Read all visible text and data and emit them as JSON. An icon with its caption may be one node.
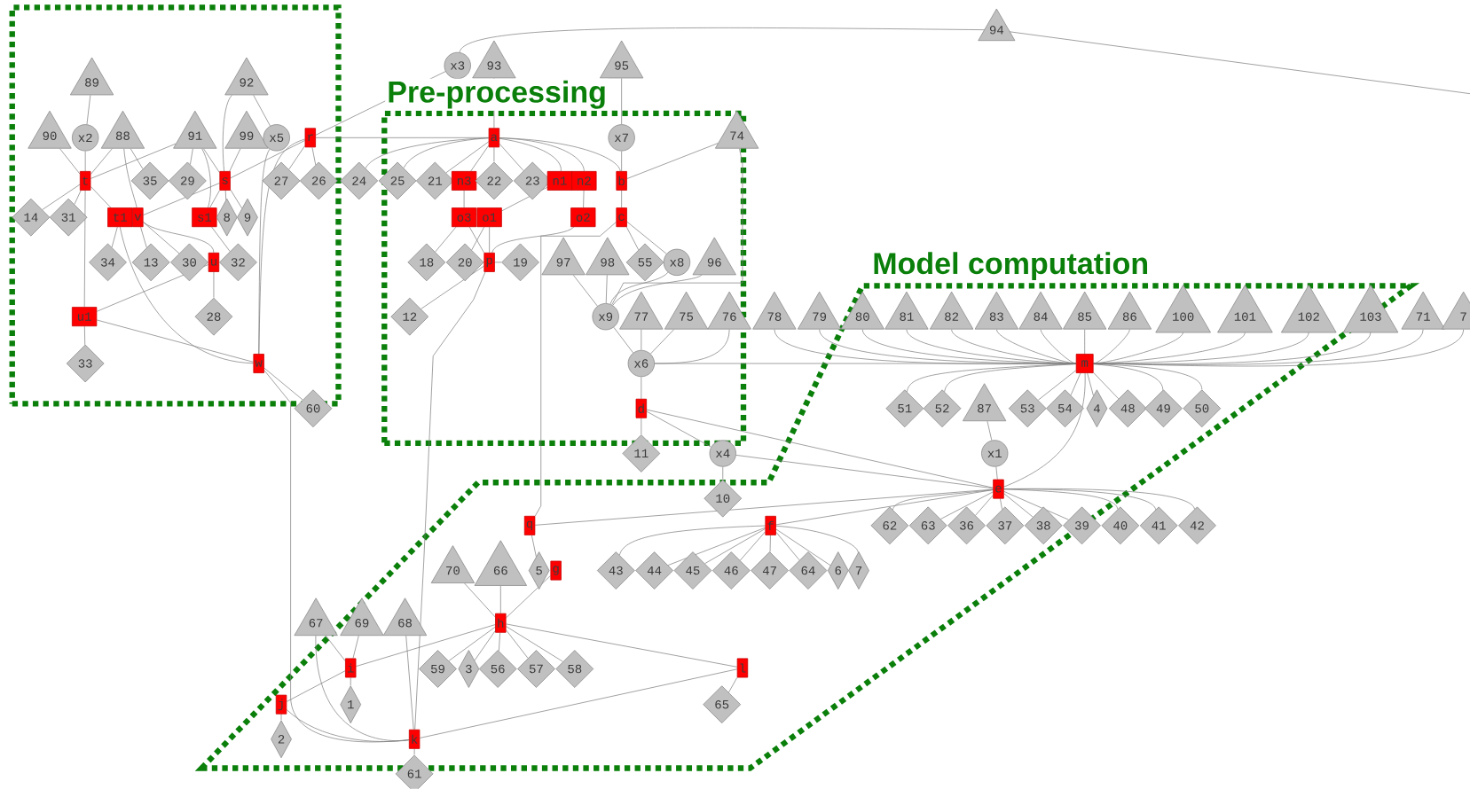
{
  "diagram": {
    "nodes": [
      {
        "text": [],
        "shape": "box"
      },
      {
        "text": [
          "Pre-processing"
        ]
      },
      {
        "text": [
          "Model computation"
        ]
      },
      {
        "text": [
          "89"
        ],
        "in": 0
      },
      {
        "text": [
          "92"
        ],
        "in": 0
      },
      {
        "text": [
          "94"
        ]
      },
      {
        "text": [
          "x3"
        ]
      },
      {
        "text": [
          "93"
        ]
      },
      {
        "text": [
          "95"
        ]
      },
      {
        "text": [
          "90"
        ],
        "in": 0
      },
      {
        "text": [
          "x2"
        ],
        "in": 0
      },
      {
        "text": [
          "88"
        ],
        "in": 0
      },
      {
        "text": [
          "91"
        ],
        "in": 0
      },
      {
        "text": [
          "99"
        ],
        "in": 0
      },
      {
        "text": [
          "x5"
        ],
        "in": 0
      },
      {
        "text": [
          "r"
        ],
        "in": 0
      },
      {
        "text": [
          "a"
        ],
        "in": 1
      },
      {
        "text": [
          "x7"
        ],
        "in": 1
      },
      {
        "text": [
          "74"
        ]
      },
      {
        "text": [
          "t"
        ],
        "in": 0
      },
      {
        "text": [
          "35"
        ],
        "in": 0
      },
      {
        "text": [
          "29"
        ],
        "in": 0
      },
      {
        "text": [
          "s"
        ],
        "in": 0
      },
      {
        "text": [
          "27"
        ],
        "in": 0
      },
      {
        "text": [
          "26"
        ],
        "in": 0
      },
      {
        "text": [
          "24"
        ]
      },
      {
        "text": [
          "25"
        ],
        "in": 1
      },
      {
        "text": [
          "21"
        ],
        "in": 1
      },
      {
        "text": [
          "n3"
        ],
        "in": 1
      },
      {
        "text": [
          "22"
        ],
        "in": 1
      },
      {
        "text": [
          "23"
        ],
        "in": 1
      },
      {
        "text": [
          "n1"
        ],
        "in": 1
      },
      {
        "text": [
          "n2"
        ],
        "in": 1
      },
      {
        "text": [
          "b"
        ],
        "in": 1
      },
      {
        "text": [
          "14"
        ],
        "in": 0
      },
      {
        "text": [
          "31"
        ],
        "in": 0
      },
      {
        "text": [
          "t1"
        ],
        "in": 0
      },
      {
        "text": [
          "v"
        ],
        "in": 0
      },
      {
        "text": [
          "s1"
        ],
        "in": 0
      },
      {
        "text": [
          "8"
        ],
        "in": 0
      },
      {
        "text": [
          "9"
        ],
        "in": 0
      },
      {
        "text": [
          "o3"
        ],
        "in": 1
      },
      {
        "text": [
          "o1"
        ],
        "in": 1
      },
      {
        "text": [
          "o2"
        ],
        "in": 1
      },
      {
        "text": [
          "c"
        ],
        "in": 1
      },
      {
        "text": [
          "34"
        ],
        "in": 0
      },
      {
        "text": [
          "13"
        ],
        "in": 0
      },
      {
        "text": [
          "30"
        ],
        "in": 0
      },
      {
        "text": [
          "u"
        ],
        "in": 0
      },
      {
        "text": [
          "32"
        ],
        "in": 0
      },
      {
        "text": [
          "18"
        ],
        "in": 1
      },
      {
        "text": [
          "20"
        ],
        "in": 1
      },
      {
        "text": [
          "p"
        ],
        "in": 1
      },
      {
        "text": [
          "19"
        ],
        "in": 1
      },
      {
        "text": [
          "97"
        ],
        "in": 1
      },
      {
        "text": [
          "98"
        ],
        "in": 1
      },
      {
        "text": [
          "55"
        ],
        "in": 1
      },
      {
        "text": [
          "x8"
        ],
        "in": 1
      },
      {
        "text": [
          "96"
        ],
        "in": 1
      },
      {
        "text": [
          "u1"
        ],
        "in": 0
      },
      {
        "text": [
          "28"
        ],
        "in": 0
      },
      {
        "text": [
          "12"
        ],
        "in": 1
      },
      {
        "text": [
          "x9"
        ],
        "in": 1
      },
      {
        "text": [
          "77"
        ],
        "in": 1
      },
      {
        "text": [
          "75"
        ],
        "in": 1
      },
      {
        "text": [
          "76"
        ]
      },
      {
        "text": [
          "78"
        ]
      },
      {
        "text": [
          "79"
        ]
      },
      {
        "text": [
          "80"
        ],
        "in": 2
      },
      {
        "text": [
          "81"
        ],
        "in": 2
      },
      {
        "text": [
          "82"
        ],
        "in": 2
      },
      {
        "text": [
          "83"
        ],
        "in": 2
      },
      {
        "text": [
          "84"
        ],
        "in": 2
      },
      {
        "text": [
          "85"
        ],
        "in": 2
      },
      {
        "text": [
          "86"
        ],
        "in": 2
      },
      {
        "text": [
          "100"
        ],
        "in": 2
      },
      {
        "text": [
          "101"
        ],
        "in": 2
      },
      {
        "text": [
          "102"
        ],
        "in": 2
      },
      {
        "text": [
          "103"
        ],
        "in": 2
      },
      {
        "text": [
          "71"
        ]
      },
      {
        "text": [
          "7"
        ]
      },
      {
        "text": [
          "33"
        ],
        "in": 0
      },
      {
        "text": [
          "w"
        ],
        "in": 0
      },
      {
        "text": [
          "x6"
        ],
        "in": 1
      },
      {
        "text": [
          "m"
        ],
        "in": 2
      },
      {
        "text": [
          "60"
        ]
      },
      {
        "text": [
          "d"
        ],
        "in": 1
      },
      {
        "text": [
          "51"
        ],
        "in": 2
      },
      {
        "text": [
          "52"
        ],
        "in": 2
      },
      {
        "text": [
          "87"
        ],
        "in": 2
      },
      {
        "text": [
          "53"
        ],
        "in": 2
      },
      {
        "text": [
          "54"
        ],
        "in": 2
      },
      {
        "text": [
          "4"
        ],
        "in": 2
      },
      {
        "text": [
          "48"
        ],
        "in": 2
      },
      {
        "text": [
          "49"
        ],
        "in": 2
      },
      {
        "text": [
          "50"
        ],
        "in": 2
      },
      {
        "text": [
          "11"
        ]
      },
      {
        "text": [
          "x4"
        ]
      },
      {
        "text": [
          "x1"
        ],
        "in": 2
      },
      {
        "text": [
          "10"
        ],
        "in": 2
      },
      {
        "text": [
          "e"
        ],
        "in": 2
      },
      {
        "text": [
          "q"
        ],
        "in": 2
      },
      {
        "text": [
          "f"
        ],
        "in": 2
      },
      {
        "text": [
          "62"
        ],
        "in": 2
      },
      {
        "text": [
          "63"
        ],
        "in": 2
      },
      {
        "text": [
          "36"
        ],
        "in": 2
      },
      {
        "text": [
          "37"
        ],
        "in": 2
      },
      {
        "text": [
          "38"
        ],
        "in": 2
      },
      {
        "text": [
          "39"
        ],
        "in": 2
      },
      {
        "text": [
          "40"
        ]
      },
      {
        "text": [
          "41"
        ]
      },
      {
        "text": [
          "42"
        ]
      },
      {
        "text": [
          "70"
        ],
        "in": 2
      },
      {
        "text": [
          "66"
        ],
        "in": 2
      },
      {
        "text": [
          "5"
        ],
        "in": 2
      },
      {
        "text": [
          "g"
        ],
        "in": 2
      },
      {
        "text": [
          "43"
        ],
        "in": 2
      },
      {
        "text": [
          "44"
        ],
        "in": 2
      },
      {
        "text": [
          "45"
        ],
        "in": 2
      },
      {
        "text": [
          "46"
        ],
        "in": 2
      },
      {
        "text": [
          "47"
        ],
        "in": 2
      },
      {
        "text": [
          "64"
        ],
        "in": 2
      },
      {
        "text": [
          "6"
        ],
        "in": 2
      },
      {
        "text": [
          "7"
        ],
        "in": 2
      },
      {
        "text": [
          "67"
        ]
      },
      {
        "text": [
          "69"
        ],
        "in": 2
      },
      {
        "text": [
          "68"
        ],
        "in": 2
      },
      {
        "text": [
          "h"
        ],
        "in": 2
      },
      {
        "text": [
          "i"
        ],
        "in": 2
      },
      {
        "text": [
          "59"
        ],
        "in": 2
      },
      {
        "text": [
          "3"
        ],
        "in": 2
      },
      {
        "text": [
          "56"
        ],
        "in": 2
      },
      {
        "text": [
          "57"
        ],
        "in": 2
      },
      {
        "text": [
          "58"
        ],
        "in": 2
      },
      {
        "text": [
          "l"
        ],
        "in": 2
      },
      {
        "text": [
          "j"
        ],
        "in": 2
      },
      {
        "text": [
          "1"
        ],
        "in": 2
      },
      {
        "text": [
          "65"
        ],
        "in": 2
      },
      {
        "text": [
          "2"
        ],
        "in": 2
      },
      {
        "text": [
          "k"
        ],
        "in": 2
      },
      {
        "text": [
          "61"
        ]
      }
    ],
    "edges": [
      {
        "from": 3,
        "to": 10,
        "arrow": "none"
      },
      {
        "from": 10,
        "to": 19,
        "arrow": "none"
      },
      {
        "from": 9,
        "to": 19,
        "arrow": "none"
      },
      {
        "from": 11,
        "to": 19,
        "arrow": "none"
      },
      {
        "from": 12,
        "to": 19,
        "arrow": "none"
      },
      {
        "from": 19,
        "to": 34,
        "arrow": "none"
      },
      {
        "from": 19,
        "to": 35,
        "arrow": "none"
      },
      {
        "from": 19,
        "to": 36,
        "arrow": "none"
      },
      {
        "from": 19,
        "to": 59,
        "arrow": "none"
      },
      {
        "from": 11,
        "to": 20,
        "arrow": "none"
      },
      {
        "from": 11,
        "to": 37,
        "arrow": "none"
      },
      {
        "from": 12,
        "to": 21,
        "arrow": "none"
      },
      {
        "from": 12,
        "to": 38,
        "arrow": "none"
      },
      {
        "from": 12,
        "to": 22,
        "arrow": "none"
      },
      {
        "from": 13,
        "to": 22,
        "arrow": "none"
      },
      {
        "from": 4,
        "to": 22,
        "arrow": "none"
      },
      {
        "from": 4,
        "to": 14,
        "arrow": "none"
      },
      {
        "from": 14,
        "to": 82,
        "arrow": "none"
      },
      {
        "from": 22,
        "to": 37,
        "arrow": "none"
      },
      {
        "from": 22,
        "to": 38,
        "arrow": "none"
      },
      {
        "from": 22,
        "to": 39,
        "arrow": "none"
      },
      {
        "from": 22,
        "to": 40,
        "arrow": "none"
      },
      {
        "from": 22,
        "to": 15,
        "arrow": "none"
      },
      {
        "from": 15,
        "to": 23,
        "arrow": "none"
      },
      {
        "from": 15,
        "to": 24,
        "arrow": "none"
      },
      {
        "from": 15,
        "to": 82,
        "arrow": "none"
      },
      {
        "from": 37,
        "to": 48,
        "arrow": "none"
      },
      {
        "from": 37,
        "to": 47,
        "arrow": "none"
      },
      {
        "from": 37,
        "to": 46,
        "arrow": "none"
      },
      {
        "from": 36,
        "to": 45,
        "arrow": "none"
      },
      {
        "from": 36,
        "to": 82,
        "arrow": "none"
      },
      {
        "from": 48,
        "to": 60,
        "arrow": "none"
      },
      {
        "from": 48,
        "to": 59,
        "arrow": "none"
      },
      {
        "from": 59,
        "to": 81,
        "arrow": "none"
      },
      {
        "from": 59,
        "to": 82,
        "arrow": "none"
      },
      {
        "from": 38,
        "to": 49,
        "arrow": "none"
      },
      {
        "from": 82,
        "to": 85,
        "arrow": "none"
      },
      {
        "from": 82,
        "to": 139,
        "arrow": "none"
      },
      {
        "from": 15,
        "to": 16,
        "arrow": "none"
      },
      {
        "from": 25,
        "to": 16,
        "arrow": "none"
      },
      {
        "from": 26,
        "to": 16,
        "arrow": "none"
      },
      {
        "from": 27,
        "to": 16,
        "arrow": "none"
      },
      {
        "from": 28,
        "to": 16,
        "arrow": "none"
      },
      {
        "from": 29,
        "to": 16,
        "arrow": "none"
      },
      {
        "from": 30,
        "to": 16,
        "arrow": "none"
      },
      {
        "from": 31,
        "to": 16,
        "arrow": "none"
      },
      {
        "from": 32,
        "to": 16,
        "arrow": "none"
      },
      {
        "from": 33,
        "to": 16,
        "arrow": "none"
      },
      {
        "from": 7,
        "to": 16,
        "arrow": "none"
      },
      {
        "from": 6,
        "to": 15,
        "arrow": "none"
      },
      {
        "from": 5,
        "to": 6,
        "arrow": "none"
      },
      {
        "from": 5,
        "to": null,
        "arrow": "none"
      },
      {
        "from": 8,
        "to": 17,
        "arrow": "none"
      },
      {
        "from": 17,
        "to": 33,
        "arrow": "none"
      },
      {
        "from": 33,
        "to": 18,
        "arrow": "none"
      },
      {
        "from": 33,
        "to": 44,
        "arrow": "none"
      },
      {
        "from": 28,
        "to": 41,
        "arrow": "none"
      },
      {
        "from": 31,
        "to": 42,
        "arrow": "none"
      },
      {
        "from": 32,
        "to": 43,
        "arrow": "none"
      },
      {
        "from": 41,
        "to": 50,
        "arrow": "none"
      },
      {
        "from": 41,
        "to": 52,
        "arrow": "none"
      },
      {
        "from": 42,
        "to": 51,
        "arrow": "none"
      },
      {
        "from": 42,
        "to": 52,
        "arrow": "none"
      },
      {
        "from": 52,
        "to": 53,
        "arrow": "none"
      },
      {
        "from": 52,
        "to": 61,
        "arrow": "none"
      },
      {
        "from": 43,
        "to": 52,
        "arrow": "none"
      },
      {
        "from": 44,
        "to": 56,
        "arrow": "none"
      },
      {
        "from": 44,
        "to": 57,
        "arrow": "none"
      },
      {
        "from": 44,
        "to": 101,
        "arrow": "none"
      },
      {
        "from": 54,
        "to": 62,
        "arrow": "none"
      },
      {
        "from": 55,
        "to": 62,
        "arrow": "none"
      },
      {
        "from": 57,
        "to": 62,
        "arrow": "none"
      },
      {
        "from": 58,
        "to": 62,
        "arrow": "none"
      },
      {
        "from": 18,
        "to": 62,
        "arrow": "none"
      },
      {
        "from": 62,
        "to": 83,
        "arrow": "none"
      },
      {
        "from": 63,
        "to": 83,
        "arrow": "none"
      },
      {
        "from": 64,
        "to": 83,
        "arrow": "none"
      },
      {
        "from": 65,
        "to": 83,
        "arrow": "none"
      },
      {
        "from": 83,
        "to": 86,
        "arrow": "none"
      },
      {
        "from": 86,
        "to": 96,
        "arrow": "none"
      },
      {
        "from": 86,
        "to": 97,
        "arrow": "none"
      },
      {
        "from": 86,
        "to": 100,
        "arrow": "none"
      },
      {
        "from": 97,
        "to": 99,
        "arrow": "none"
      },
      {
        "from": 97,
        "to": 100,
        "arrow": "none"
      },
      {
        "from": 83,
        "to": 84,
        "arrow": "none"
      },
      {
        "from": 66,
        "to": 84,
        "arrow": "none"
      },
      {
        "from": 67,
        "to": 84,
        "arrow": "none"
      },
      {
        "from": 68,
        "to": 84,
        "arrow": "none"
      },
      {
        "from": 69,
        "to": 84,
        "arrow": "none"
      },
      {
        "from": 70,
        "to": 84,
        "arrow": "none"
      },
      {
        "from": 71,
        "to": 84,
        "arrow": "none"
      },
      {
        "from": 72,
        "to": 84,
        "arrow": "none"
      },
      {
        "from": 73,
        "to": 84,
        "arrow": "none"
      },
      {
        "from": 74,
        "to": 84,
        "arrow": "none"
      },
      {
        "from": 75,
        "to": 84,
        "arrow": "none"
      },
      {
        "from": 76,
        "to": 84,
        "arrow": "none"
      },
      {
        "from": 77,
        "to": 84,
        "arrow": "none"
      },
      {
        "from": 78,
        "to": 84,
        "arrow": "none"
      },
      {
        "from": 79,
        "to": 84,
        "arrow": "none"
      },
      {
        "from": 80,
        "to": 84,
        "arrow": "none"
      },
      {
        "from": 84,
        "to": 87,
        "arrow": "none"
      },
      {
        "from": 84,
        "to": 88,
        "arrow": "none"
      },
      {
        "from": 84,
        "to": 90,
        "arrow": "none"
      },
      {
        "from": 84,
        "to": 91,
        "arrow": "none"
      },
      {
        "from": 84,
        "to": 92,
        "arrow": "none"
      },
      {
        "from": 84,
        "to": 93,
        "arrow": "none"
      },
      {
        "from": 84,
        "to": 94,
        "arrow": "none"
      },
      {
        "from": 84,
        "to": 95,
        "arrow": "none"
      },
      {
        "from": 89,
        "to": 98,
        "arrow": "none"
      },
      {
        "from": 98,
        "to": 100,
        "arrow": "none"
      },
      {
        "from": 84,
        "to": 100,
        "arrow": "none"
      },
      {
        "from": 100,
        "to": 103,
        "arrow": "none"
      },
      {
        "from": 100,
        "to": 104,
        "arrow": "none"
      },
      {
        "from": 100,
        "to": 105,
        "arrow": "none"
      },
      {
        "from": 100,
        "to": 106,
        "arrow": "none"
      },
      {
        "from": 100,
        "to": 107,
        "arrow": "none"
      },
      {
        "from": 100,
        "to": 108,
        "arrow": "none"
      },
      {
        "from": 100,
        "to": 109,
        "arrow": "none"
      },
      {
        "from": 100,
        "to": 110,
        "arrow": "none"
      },
      {
        "from": 100,
        "to": 111,
        "arrow": "none"
      },
      {
        "from": 101,
        "to": 100,
        "arrow": "none"
      },
      {
        "from": 101,
        "to": 114,
        "arrow": "none"
      },
      {
        "from": 102,
        "to": 100,
        "arrow": "none"
      },
      {
        "from": 102,
        "to": 116,
        "arrow": "none"
      },
      {
        "from": 102,
        "to": 117,
        "arrow": "none"
      },
      {
        "from": 102,
        "to": 118,
        "arrow": "none"
      },
      {
        "from": 102,
        "to": 119,
        "arrow": "none"
      },
      {
        "from": 102,
        "to": 120,
        "arrow": "none"
      },
      {
        "from": 102,
        "to": 121,
        "arrow": "none"
      },
      {
        "from": 102,
        "to": 122,
        "arrow": "none"
      },
      {
        "from": 102,
        "to": 123,
        "arrow": "none"
      },
      {
        "from": 115,
        "to": 127,
        "arrow": "none"
      },
      {
        "from": 112,
        "to": 127,
        "arrow": "none"
      },
      {
        "from": 113,
        "to": 127,
        "arrow": "none"
      },
      {
        "from": 127,
        "to": 129,
        "arrow": "none"
      },
      {
        "from": 127,
        "to": 130,
        "arrow": "none"
      },
      {
        "from": 127,
        "to": 131,
        "arrow": "none"
      },
      {
        "from": 127,
        "to": 132,
        "arrow": "none"
      },
      {
        "from": 127,
        "to": 133,
        "arrow": "none"
      },
      {
        "from": 127,
        "to": 128,
        "arrow": "none"
      },
      {
        "from": 127,
        "to": 134,
        "arrow": "none"
      },
      {
        "from": 128,
        "to": 124,
        "arrow": "none"
      },
      {
        "from": 128,
        "to": 125,
        "arrow": "none"
      },
      {
        "from": 128,
        "to": 136,
        "arrow": "none"
      },
      {
        "from": 128,
        "to": 135,
        "arrow": "none"
      },
      {
        "from": 135,
        "to": 138,
        "arrow": "none"
      },
      {
        "from": 135,
        "to": 139,
        "arrow": "none"
      },
      {
        "from": 139,
        "to": 140,
        "arrow": "none"
      },
      {
        "from": 139,
        "to": 134,
        "arrow": "none"
      },
      {
        "from": 124,
        "to": 139,
        "arrow": "none"
      },
      {
        "from": 126,
        "to": 139,
        "arrow": "none"
      },
      {
        "from": 134,
        "to": 137,
        "arrow": "none"
      },
      {
        "from": 52,
        "to": 139,
        "arrow": "none"
      }
    ]
  }
}
